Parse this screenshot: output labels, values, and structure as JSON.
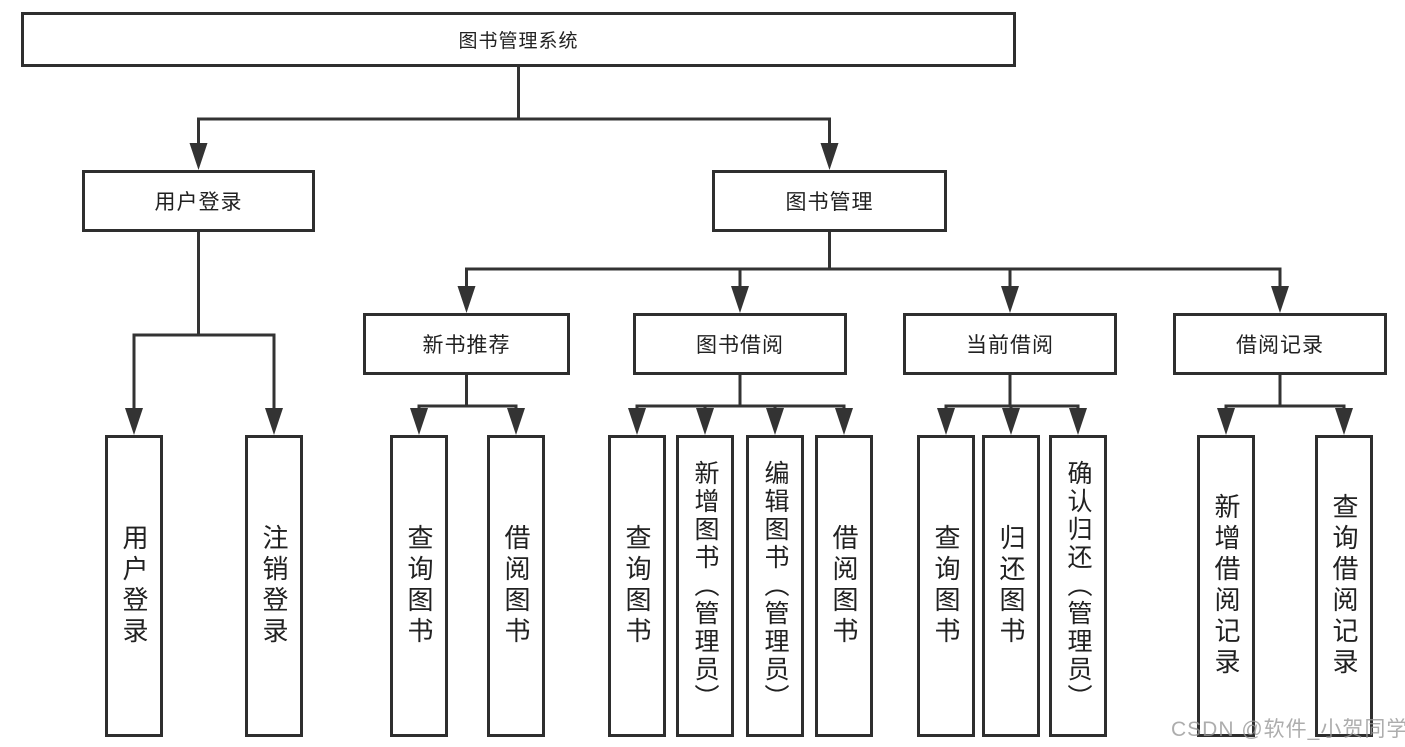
{
  "diagram": {
    "root": {
      "label": "图书管理系统"
    },
    "branches": [
      {
        "label": "用户登录",
        "children": [
          {
            "label": "用户登录"
          },
          {
            "label": "注销登录"
          }
        ]
      },
      {
        "label": "图书管理",
        "children": [
          {
            "label": "新书推荐",
            "children": [
              {
                "label": "查询图书"
              },
              {
                "label": "借阅图书"
              }
            ]
          },
          {
            "label": "图书借阅",
            "children": [
              {
                "label": "查询图书"
              },
              {
                "label": "新增图书（管理员）"
              },
              {
                "label": "编辑图书（管理员）"
              },
              {
                "label": "借阅图书"
              }
            ]
          },
          {
            "label": "当前借阅",
            "children": [
              {
                "label": "查询图书"
              },
              {
                "label": "归还图书"
              },
              {
                "label": "确认归还（管理员）"
              }
            ]
          },
          {
            "label": "借阅记录",
            "children": [
              {
                "label": "新增借阅记录"
              },
              {
                "label": "查询借阅记录"
              }
            ]
          }
        ]
      }
    ]
  },
  "watermark": {
    "text": "CSDN @软件_小贺同学"
  },
  "colors": {
    "stroke": "#333333",
    "border": "#2e2e2e",
    "text": "#212121",
    "watermark": "#969696",
    "background": "#ffffff"
  }
}
